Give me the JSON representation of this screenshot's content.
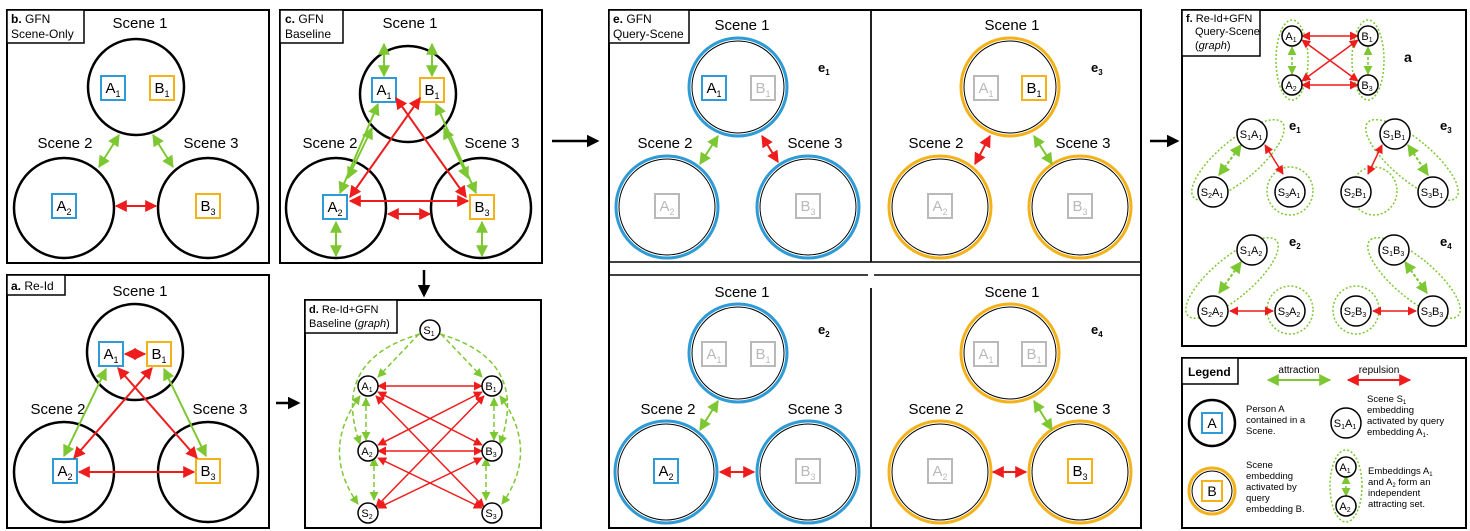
{
  "colors": {
    "attraction": "#7dc832",
    "repulsion": "#ee1c1c",
    "blue": "#2e9bd6",
    "orange": "#f4b21a",
    "grey": "#b9b9b9",
    "dotted": "#7dc832"
  },
  "icons": {
    "attraction_arrow": "attraction-arrow-icon",
    "repulsion_arrow": "repulsion-arrow-icon",
    "flow_arrow": "flow-arrow-icon"
  },
  "panels": {
    "b": {
      "tag": "b.",
      "title_line1": "GFN",
      "title_line2": "Scene-Only"
    },
    "c": {
      "tag": "c.",
      "title_line1": "GFN",
      "title_line2": "Baseline"
    },
    "a": {
      "tag": "a.",
      "title_line1": "Re-Id"
    },
    "d": {
      "tag": "d.",
      "title_line1": "Re-Id+GFN",
      "title_line2": "Baseline (",
      "title_italic": "graph",
      "title_close": ")"
    },
    "e": {
      "tag": "e.",
      "title_line1": "GFN",
      "title_line2": "Query-Scene"
    },
    "f": {
      "tag": "f.",
      "title_line1": "Re-Id+GFN",
      "title_line2": "Query-Scene",
      "title_line3_open": "(",
      "title_italic": "graph",
      "title_line3_close": ")"
    }
  },
  "scenes": {
    "s1": "Scene 1",
    "s2": "Scene 2",
    "s3": "Scene 3"
  },
  "persons": {
    "a": "A",
    "b": "B",
    "s": "S"
  },
  "subs": {
    "one": "1",
    "two": "2",
    "three": "3",
    "four": "4"
  },
  "e_labels": {
    "e": "e"
  },
  "f_a_label": "a",
  "legend": {
    "title": "Legend",
    "attraction": "attraction",
    "repulsion": "repulsion",
    "person_lines": [
      "Person A",
      "contained in a",
      "Scene."
    ],
    "scene_s1_lines": [
      "Scene S",
      "embedding",
      "activated by query",
      "embedding A",
      "."
    ],
    "scene_b_lines": [
      "Scene",
      "embedding",
      "activated by",
      "query",
      "embedding B."
    ],
    "emb_lines": [
      "Embeddings A",
      "and A",
      "form an",
      "independent",
      "attracting set."
    ]
  }
}
